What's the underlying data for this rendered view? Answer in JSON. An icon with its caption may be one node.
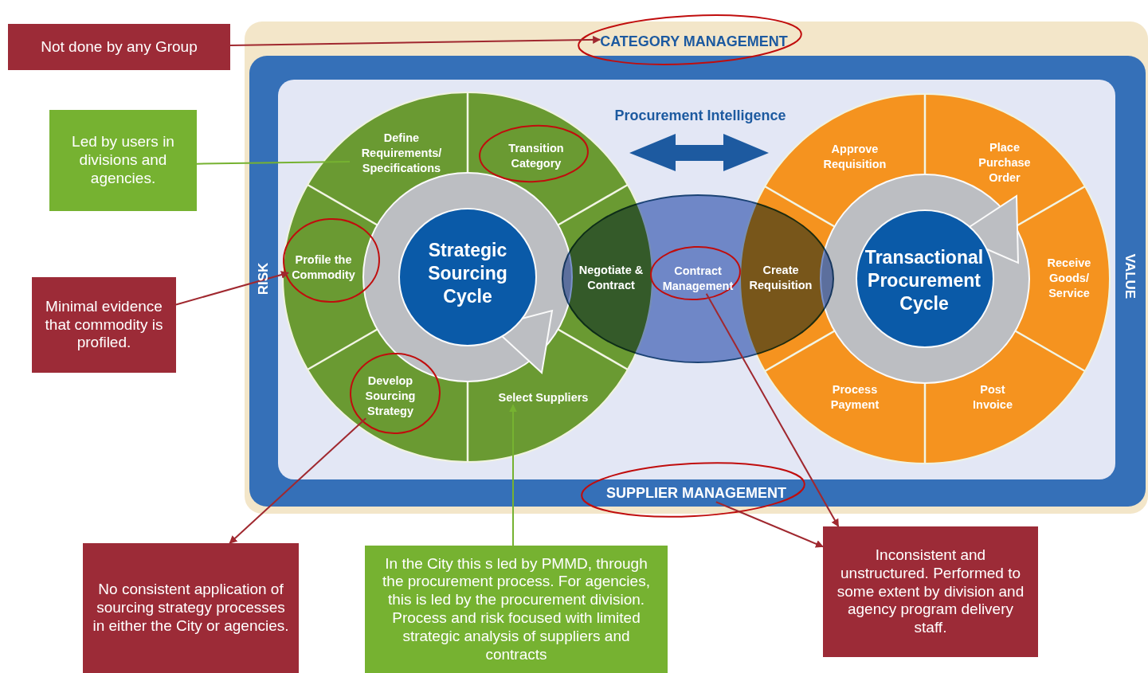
{
  "diagram": {
    "nodes": [
      {
        "text": [
          "Not done by any Group"
        ]
      },
      {
        "text": [
          "CATEGORY MANAGEMENT"
        ]
      },
      {
        "text": [
          "Led by users in divisions and agencies."
        ]
      },
      {
        "text": [
          "Define Requirements/ Specifications"
        ]
      },
      {
        "text": [
          "Transition Category"
        ]
      },
      {
        "text": [
          "Profile the Commodity"
        ]
      },
      {
        "text": [
          "Strategic Sourcing Cycle"
        ]
      },
      {
        "text": [
          "Negotiate & Contract"
        ]
      },
      {
        "text": [
          "Minimal evidence that commodity is profiled."
        ]
      },
      {
        "text": [
          "Develop Sourcing Strategy"
        ]
      },
      {
        "text": [
          "Select Suppliers"
        ]
      },
      {
        "text": [
          "Contract Management"
        ]
      },
      {
        "text": [
          "Approve Requisition"
        ]
      },
      {
        "text": [
          "Place Purchase Order"
        ]
      },
      {
        "text": [
          "Create Requisition"
        ]
      },
      {
        "text": [
          "Transactional Procurement Cycle"
        ]
      },
      {
        "text": [
          "Receive Goods/ Service"
        ]
      },
      {
        "text": [
          "Process Payment"
        ]
      },
      {
        "text": [
          "Post Invoice"
        ]
      },
      {
        "text": [
          "SUPPLIER MANAGEMENT"
        ]
      },
      {
        "text": [
          "No consistent application of sourcing strategy processes in either the City or agencies."
        ]
      },
      {
        "text": [
          "In the City this s led by PMMD, through the procurement process. For agencies, this is led by the procurement division. Process and risk focused with limited strategic analysis of suppliers and contracts"
        ]
      },
      {
        "text": [
          "Inconsistent and unstructured. Performed to some extent by division and agency program delivery staff."
        ]
      }
    ],
    "edges": [
      {
        "from": 0,
        "to": 1,
        "arrow": "to"
      },
      {
        "from": 2,
        "to": 3,
        "arrow": "none",
        "color": "#76b231"
      },
      {
        "from": 8,
        "to": 5,
        "arrow": "to"
      },
      {
        "from": 9,
        "to": 20,
        "arrow": "to"
      },
      {
        "from": 21,
        "to": 10,
        "arrow": "to",
        "color": "#76b231"
      },
      {
        "from": 11,
        "to": 22,
        "arrow": "to"
      },
      {
        "from": 19,
        "to": 22,
        "arrow": "to"
      }
    ],
    "labels": [
      "Procurement Intelligence",
      "RISK",
      "VALUE"
    ]
  }
}
